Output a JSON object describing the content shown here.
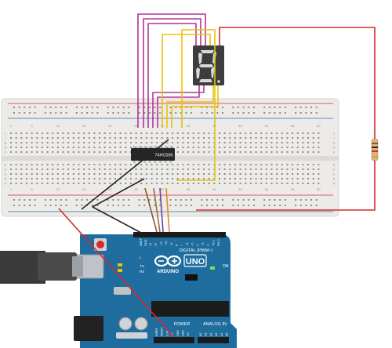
{
  "canvas": {
    "background": "#ffffff"
  },
  "breadboard": {
    "body_color": "#e9e7e4",
    "rail_red": "#d7263d",
    "rail_blue": "#2b6cb0",
    "column_numbers": [
      "1",
      "5",
      "10",
      "15",
      "20",
      "25",
      "30",
      "35",
      "40",
      "45",
      "50",
      "55",
      "60"
    ],
    "row_letters_top": [
      "J",
      "I",
      "H",
      "G",
      "F"
    ],
    "row_letters_bottom": [
      "E",
      "D",
      "C",
      "B",
      "A"
    ]
  },
  "ic": {
    "label": "74HC595"
  },
  "display": {
    "digit": "8",
    "segment_color": "#d9d9d9",
    "body_color": "#3d3d3d"
  },
  "resistor": {
    "name": "resistor"
  },
  "arduino": {
    "board_color": "#1f6d9e",
    "brand": "ARDUINO",
    "model": "UNO",
    "digital_label": "DIGITAL (PWM~)",
    "power_label": "POWER",
    "analog_label": "ANALOG IN",
    "on_label": "ON",
    "tx_label": "TX",
    "rx_label": "RX",
    "l_label": "L",
    "aref_label": "AREF",
    "gnd_label": "GND",
    "digital_pins": [
      "13",
      "12",
      "~11",
      "~10",
      "~9",
      "8",
      "7",
      "~6",
      "~5",
      "4",
      "~3",
      "2",
      "TX 1",
      "RX 0"
    ],
    "power_pins": [
      "IOREF",
      "RESET",
      "3.3V",
      "5V",
      "GND",
      "GND",
      "Vin"
    ],
    "analog_pins": [
      "A0",
      "A1",
      "A2",
      "A3",
      "A4",
      "A5"
    ]
  },
  "wires": {
    "magenta": "#b0359a",
    "yellow": "#e8c20b",
    "red": "#d62a2a",
    "black": "#262626",
    "orange": "#e58a1f",
    "purple": "#6b3fa0",
    "brown": "#8b5a2b"
  }
}
